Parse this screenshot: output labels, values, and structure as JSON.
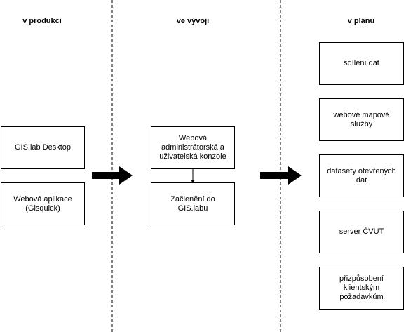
{
  "columns": {
    "production": {
      "title": "v produkci",
      "items": [
        "GIS.lab Desktop",
        "Webová aplikace\n(Gisquick)"
      ]
    },
    "development": {
      "title": "ve vývoji",
      "items": [
        "Webová\nadministrátorská a\nuživatelská konzole",
        "Začlenění do\nGIS.labu"
      ]
    },
    "planned": {
      "title": "v plánu",
      "items": [
        "sdílení dat",
        "webové mapové\nslužby",
        "datasety otevřených\ndat",
        "server ČVUT",
        "přizpůsobení\nklientským\npožadavkům"
      ]
    }
  },
  "colors": {
    "stroke": "#000000",
    "background": "#ffffff"
  }
}
